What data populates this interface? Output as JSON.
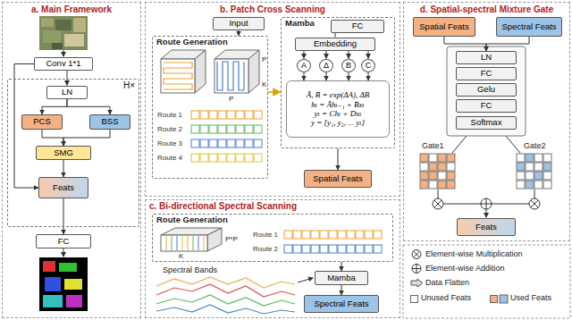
{
  "diagram": {
    "nodes": [
      {
        "text": [
          "a. Main Framework"
        ]
      },
      {
        "text": [
          "Conv 1*1"
        ],
        "in": 0
      },
      {
        "text": [
          "H×"
        ],
        "in": 0
      },
      {
        "text": [
          "LN"
        ],
        "in": 2
      },
      {
        "text": [
          "PCS"
        ],
        "in": 2
      },
      {
        "text": [
          "BSS"
        ],
        "in": 2
      },
      {
        "text": [
          "SMG"
        ],
        "in": 2
      },
      {
        "text": [
          "Feats"
        ],
        "in": 2
      },
      {
        "text": [
          "FC"
        ],
        "in": 0
      },
      {
        "text": [
          "b. Patch Cross Scanning"
        ]
      },
      {
        "text": [
          "Input"
        ],
        "in": 9
      },
      {
        "text": [
          "Route Generation"
        ],
        "in": 9
      },
      {
        "text": [
          "Mamba"
        ],
        "in": 9
      },
      {
        "text": [
          "FC"
        ],
        "in": 12
      },
      {
        "text": [
          "Embedding"
        ],
        "in": 12
      },
      {
        "text": [
          "A"
        ],
        "in": 12
      },
      {
        "text": [
          "Δ"
        ],
        "in": 12
      },
      {
        "text": [
          "B"
        ],
        "in": 12
      },
      {
        "text": [
          "C"
        ],
        "in": 12
      },
      {
        "text": [
          "Ā, B̄ = exp(ΔA), ΔB",
          "hₜ = Āhₜ₋₁ + B̄xₜ",
          "yₜ = Chₜ + Dxₜ",
          "y = [y₁, y₂, ... yₗ]"
        ],
        "in": 12
      },
      {
        "text": [
          "Spatial Feats"
        ],
        "in": 9
      },
      {
        "text": [
          "c. Bi-directional Spectral Scanning"
        ]
      },
      {
        "text": [
          "Route Generation"
        ],
        "in": 21
      },
      {
        "text": [
          "Mamba"
        ],
        "in": 21
      },
      {
        "text": [
          "Spectral Feats"
        ],
        "in": 21
      },
      {
        "text": [
          "d. Spatial-spectral Mixture Gate"
        ]
      },
      {
        "text": [
          "Spatial Feats"
        ],
        "in": 25
      },
      {
        "text": [
          "Spectral Feats"
        ],
        "in": 25
      },
      {
        "text": [
          "LN"
        ],
        "in": 25
      },
      {
        "text": [
          "FC"
        ],
        "in": 25
      },
      {
        "text": [
          "Gelu"
        ],
        "in": 25
      },
      {
        "text": [
          "FC"
        ],
        "in": 25
      },
      {
        "text": [
          "Softmax"
        ],
        "in": 25
      },
      {
        "text": [
          "Feats"
        ],
        "in": 25
      }
    ],
    "edges": [
      {
        "from": 1,
        "to": 3,
        "arrow": "to"
      },
      {
        "from": 3,
        "to": 4,
        "arrow": "to"
      },
      {
        "from": 3,
        "to": 5,
        "arrow": "to"
      },
      {
        "from": 4,
        "to": 6,
        "arrow": "to"
      },
      {
        "from": 5,
        "to": 6,
        "arrow": "to"
      },
      {
        "from": 6,
        "to": 7,
        "arrow": "to"
      },
      {
        "from": 1,
        "to": 7,
        "arrow": "to"
      },
      {
        "from": 7,
        "to": 8,
        "arrow": "to"
      },
      {
        "from": 10,
        "to": 11,
        "arrow": "to"
      },
      {
        "from": 11,
        "to": 12,
        "arrow": "to"
      },
      {
        "from": 13,
        "to": 14,
        "arrow": "none"
      },
      {
        "from": 14,
        "to": 15,
        "arrow": "to"
      },
      {
        "from": 14,
        "to": 16,
        "arrow": "to"
      },
      {
        "from": 14,
        "to": 17,
        "arrow": "to"
      },
      {
        "from": 14,
        "to": 18,
        "arrow": "to"
      },
      {
        "from": 15,
        "to": 19,
        "arrow": "to"
      },
      {
        "from": 16,
        "to": 19,
        "arrow": "to"
      },
      {
        "from": 17,
        "to": 19,
        "arrow": "to"
      },
      {
        "from": 18,
        "to": 19,
        "arrow": "to"
      },
      {
        "from": 12,
        "to": 20,
        "arrow": "to"
      },
      {
        "from": 22,
        "to": 23,
        "arrow": "to"
      },
      {
        "from": 23,
        "to": 24,
        "arrow": "to"
      },
      {
        "from": 26,
        "to": 28,
        "arrow": "to"
      },
      {
        "from": 27,
        "to": 28,
        "arrow": "to"
      }
    ],
    "labels": [
      "P",
      "K",
      "P",
      "Route 1",
      "Route 2",
      "Route 3",
      "Route 4",
      "K",
      "P*P",
      "Route 1",
      "Route 2",
      "Spectral Bands",
      "Gate1",
      "Gate2"
    ],
    "legend": [
      {
        "text": "Element-wise Multiplication"
      },
      {
        "text": "Element-wise Addition"
      },
      {
        "text": "Data Flatten"
      },
      {
        "text": "Unused Feats",
        "color": "#ffffff"
      },
      {
        "text": "Used Feats",
        "color": "#f4b183"
      }
    ]
  }
}
